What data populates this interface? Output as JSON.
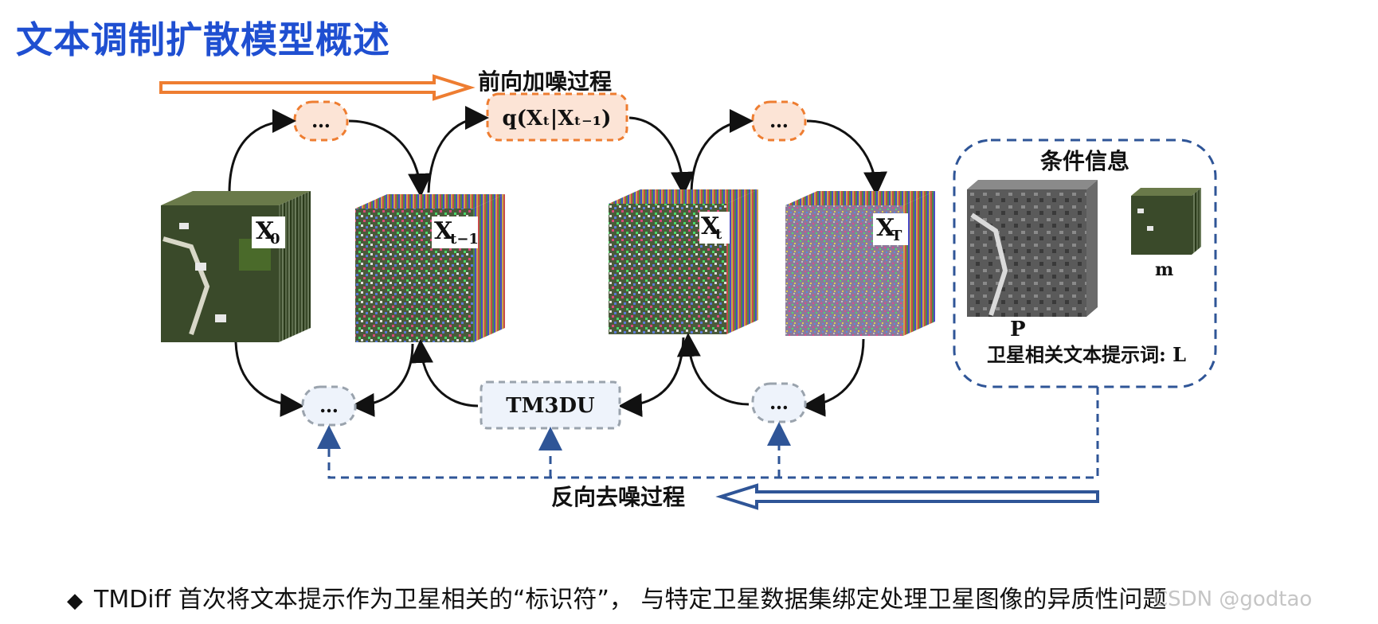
{
  "title": "文本调制扩散模型概述",
  "forward": {
    "label": "前向加噪过程",
    "formula": "q(Xₜ|Xₜ₋₁)"
  },
  "reverse": {
    "label": "反向去噪过程",
    "module": "TM3DU"
  },
  "ellipsis": "…",
  "cubes": [
    {
      "label_main": "X",
      "label_sub": "0"
    },
    {
      "label_main": "X",
      "label_sub": "t−1"
    },
    {
      "label_main": "X",
      "label_sub": "t"
    },
    {
      "label_main": "X",
      "label_sub": "T"
    }
  ],
  "condition": {
    "title": "条件信息",
    "p_label": "P",
    "m_label": "m",
    "text_prompt": "卫星相关文本提示词: L"
  },
  "bullet": {
    "mark": "◆",
    "text": "TMDiff 首次将文本提示作为卫星相关的“标识符”， 与特定卫星数据集绑定处理卫星图像的异质性问题"
  },
  "watermark": "CSDN @godtao",
  "colors": {
    "title": "#1f4fd1",
    "orange": "#ee7d31",
    "orange_fill": "#fce4d6",
    "blue_dashed": "#2f5597",
    "light_box": "#eef3fb"
  }
}
